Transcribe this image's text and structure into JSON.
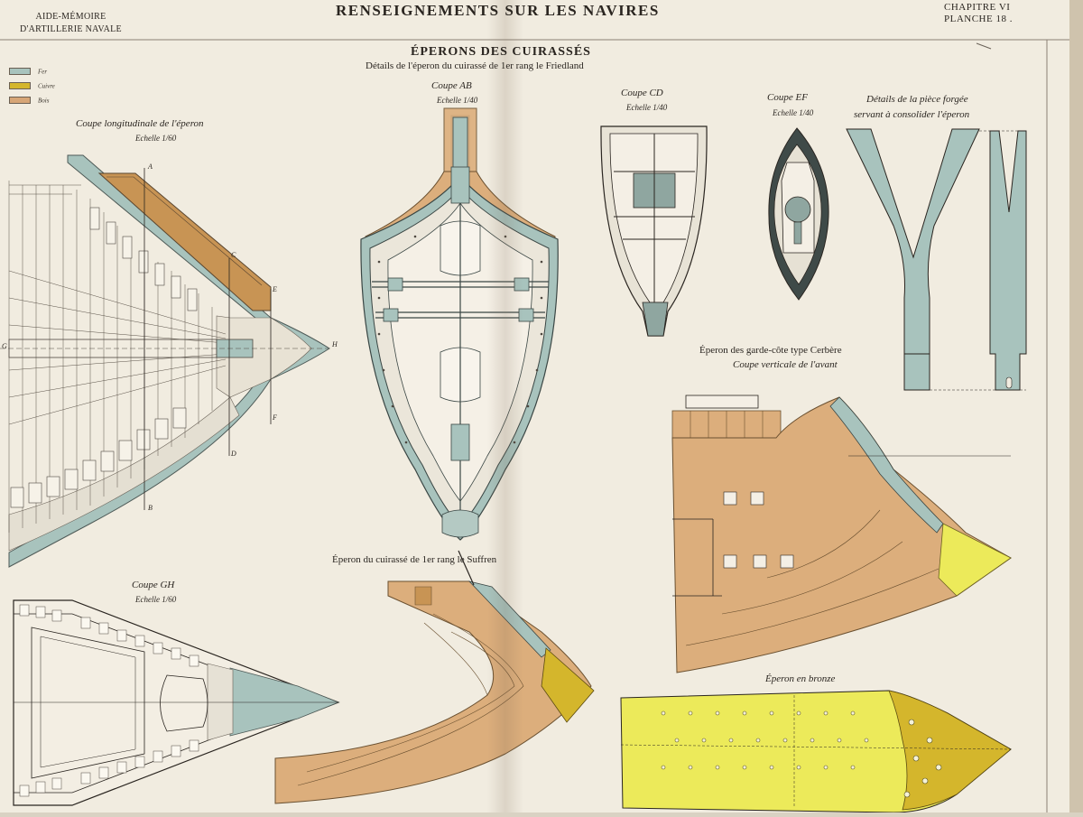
{
  "header": {
    "left_line1": "AIDE-MÉMOIRE",
    "left_line2": "D'ARTILLERIE NAVALE",
    "title": "RENSEIGNEMENTS SUR LES NAVIRES",
    "chapter": "CHAPITRE VI",
    "plate": "PLANCHE 18 ."
  },
  "main_title": "ÉPERONS DES CUIRASSÉS",
  "subtitle": "Détails de l'éperon du cuirassé de 1er rang le Friedland",
  "legend": [
    {
      "label": "Fer",
      "color": "#a8c3bd"
    },
    {
      "label": "Cuivre",
      "color": "#d4b62c"
    },
    {
      "label": "Bois",
      "color": "#d7a677"
    }
  ],
  "captions": {
    "longitudinal": "Coupe longitudinale de l'éperon",
    "longitudinal_scale": "Echelle 1/60",
    "ab": "Coupe AB",
    "ab_scale": "Echelle 1/40",
    "cd": "Coupe CD",
    "cd_scale": "Echelle 1/40",
    "ef": "Coupe EF",
    "ef_scale": "Echelle 1/40",
    "forged_1": "Détails de la pièce forgée",
    "forged_2": "servant à consolider l'éperon",
    "cerbere_1": "Éperon des garde-côte type Cerbère",
    "cerbere_2": "Coupe verticale de l'avant",
    "gh": "Coupe GH",
    "gh_scale": "Echelle 1/60",
    "suffren": "Éperon du cuirassé de 1er rang le Suffren",
    "bronze": "Éperon en bronze"
  },
  "section_marks": {
    "A": "A",
    "B": "B",
    "C": "C",
    "D": "D",
    "E": "E",
    "F": "F",
    "G": "G",
    "H": "H"
  },
  "colors": {
    "paper": "#f1ece0",
    "iron": "#a8c3bd",
    "copper": "#d4b62c",
    "wood": "#dcae7c",
    "bronze": "#ecea5a",
    "ink": "#2a2520"
  }
}
